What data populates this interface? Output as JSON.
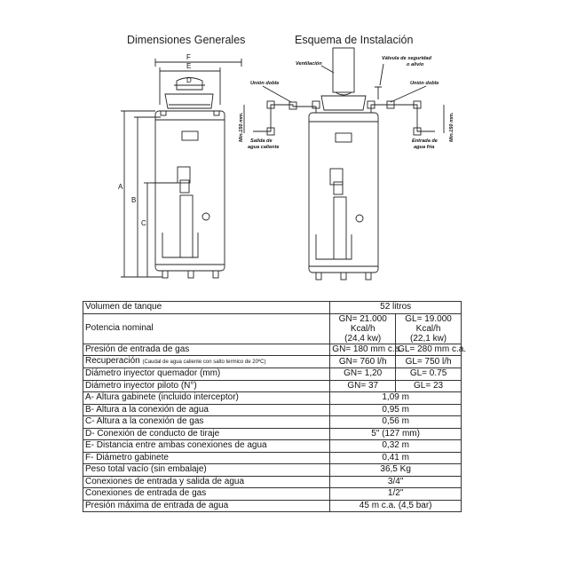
{
  "titles": {
    "left": "Dimensiones Generales",
    "right": "Esquema de Instalación"
  },
  "diagram_labels": {
    "F": "F",
    "E": "E",
    "D": "D",
    "A": "A",
    "B": "B",
    "C": "C",
    "union_doble_left": "Unión doble",
    "min150_left": "Mín.150 mm.",
    "salida": "Salida de",
    "salida2": "agua caliente",
    "ventilacion": "Ventilación",
    "valvula": "Válvula de seguridad",
    "valvula2": "o alivio",
    "union_doble_right": "Unión doble",
    "min150_right": "Mín.150 mm.",
    "entrada": "Entrada de",
    "entrada2": "agua fría"
  },
  "table": {
    "rows": [
      {
        "label": "Volumen de tanque",
        "value": "52 litros"
      },
      {
        "label": "Potencia nominal",
        "gn": "GN= 21.000 Kcal/h",
        "gn2": "(24,4 kw)",
        "gl": "GL= 19.000 Kcal/h",
        "gl2": "(22,1 kw)"
      },
      {
        "label": "Presión de entrada de gas",
        "gn": "GN= 180 mm c.a.",
        "gl": "GL= 280 mm c.a."
      },
      {
        "label": "Recuperación",
        "label_small": "(Caudal de agua caliente con salto termico de 20ºC)",
        "gn": "GN= 760 l/h",
        "gl": "GL= 750 l/h"
      },
      {
        "label": "Diámetro inyector quemador (mm)",
        "gn": "GN= 1,20",
        "gl": "GL= 0.75"
      },
      {
        "label": "Diámetro inyector piloto (N°)",
        "gn": "GN= 37",
        "gl": "GL= 23"
      },
      {
        "label": "A- Altura gabinete (incluido interceptor)",
        "value": "1,09 m"
      },
      {
        "label": "B- Altura a la conexión de agua",
        "value": "0,95 m"
      },
      {
        "label": "C- Altura a la conexión de gas",
        "value": "0,56 m"
      },
      {
        "label": "D- Conexión de conducto de tiraje",
        "value": "5\" (127 mm)"
      },
      {
        "label": "E- Distancia entre ambas conexiones de agua",
        "value": "0,32 m"
      },
      {
        "label": "F- Diámetro gabinete",
        "value": "0,41 m"
      },
      {
        "label": "Peso total vacío (sin embalaje)",
        "value": "36,5 Kg"
      },
      {
        "label": "Conexiones de entrada y salida de agua",
        "value": "3/4\""
      },
      {
        "label": "Conexiones de entrada de gas",
        "value": "1/2\""
      },
      {
        "label": "Presión máxima de entrada de agua",
        "value": "45 m c.a. (4,5 bar)"
      }
    ]
  }
}
